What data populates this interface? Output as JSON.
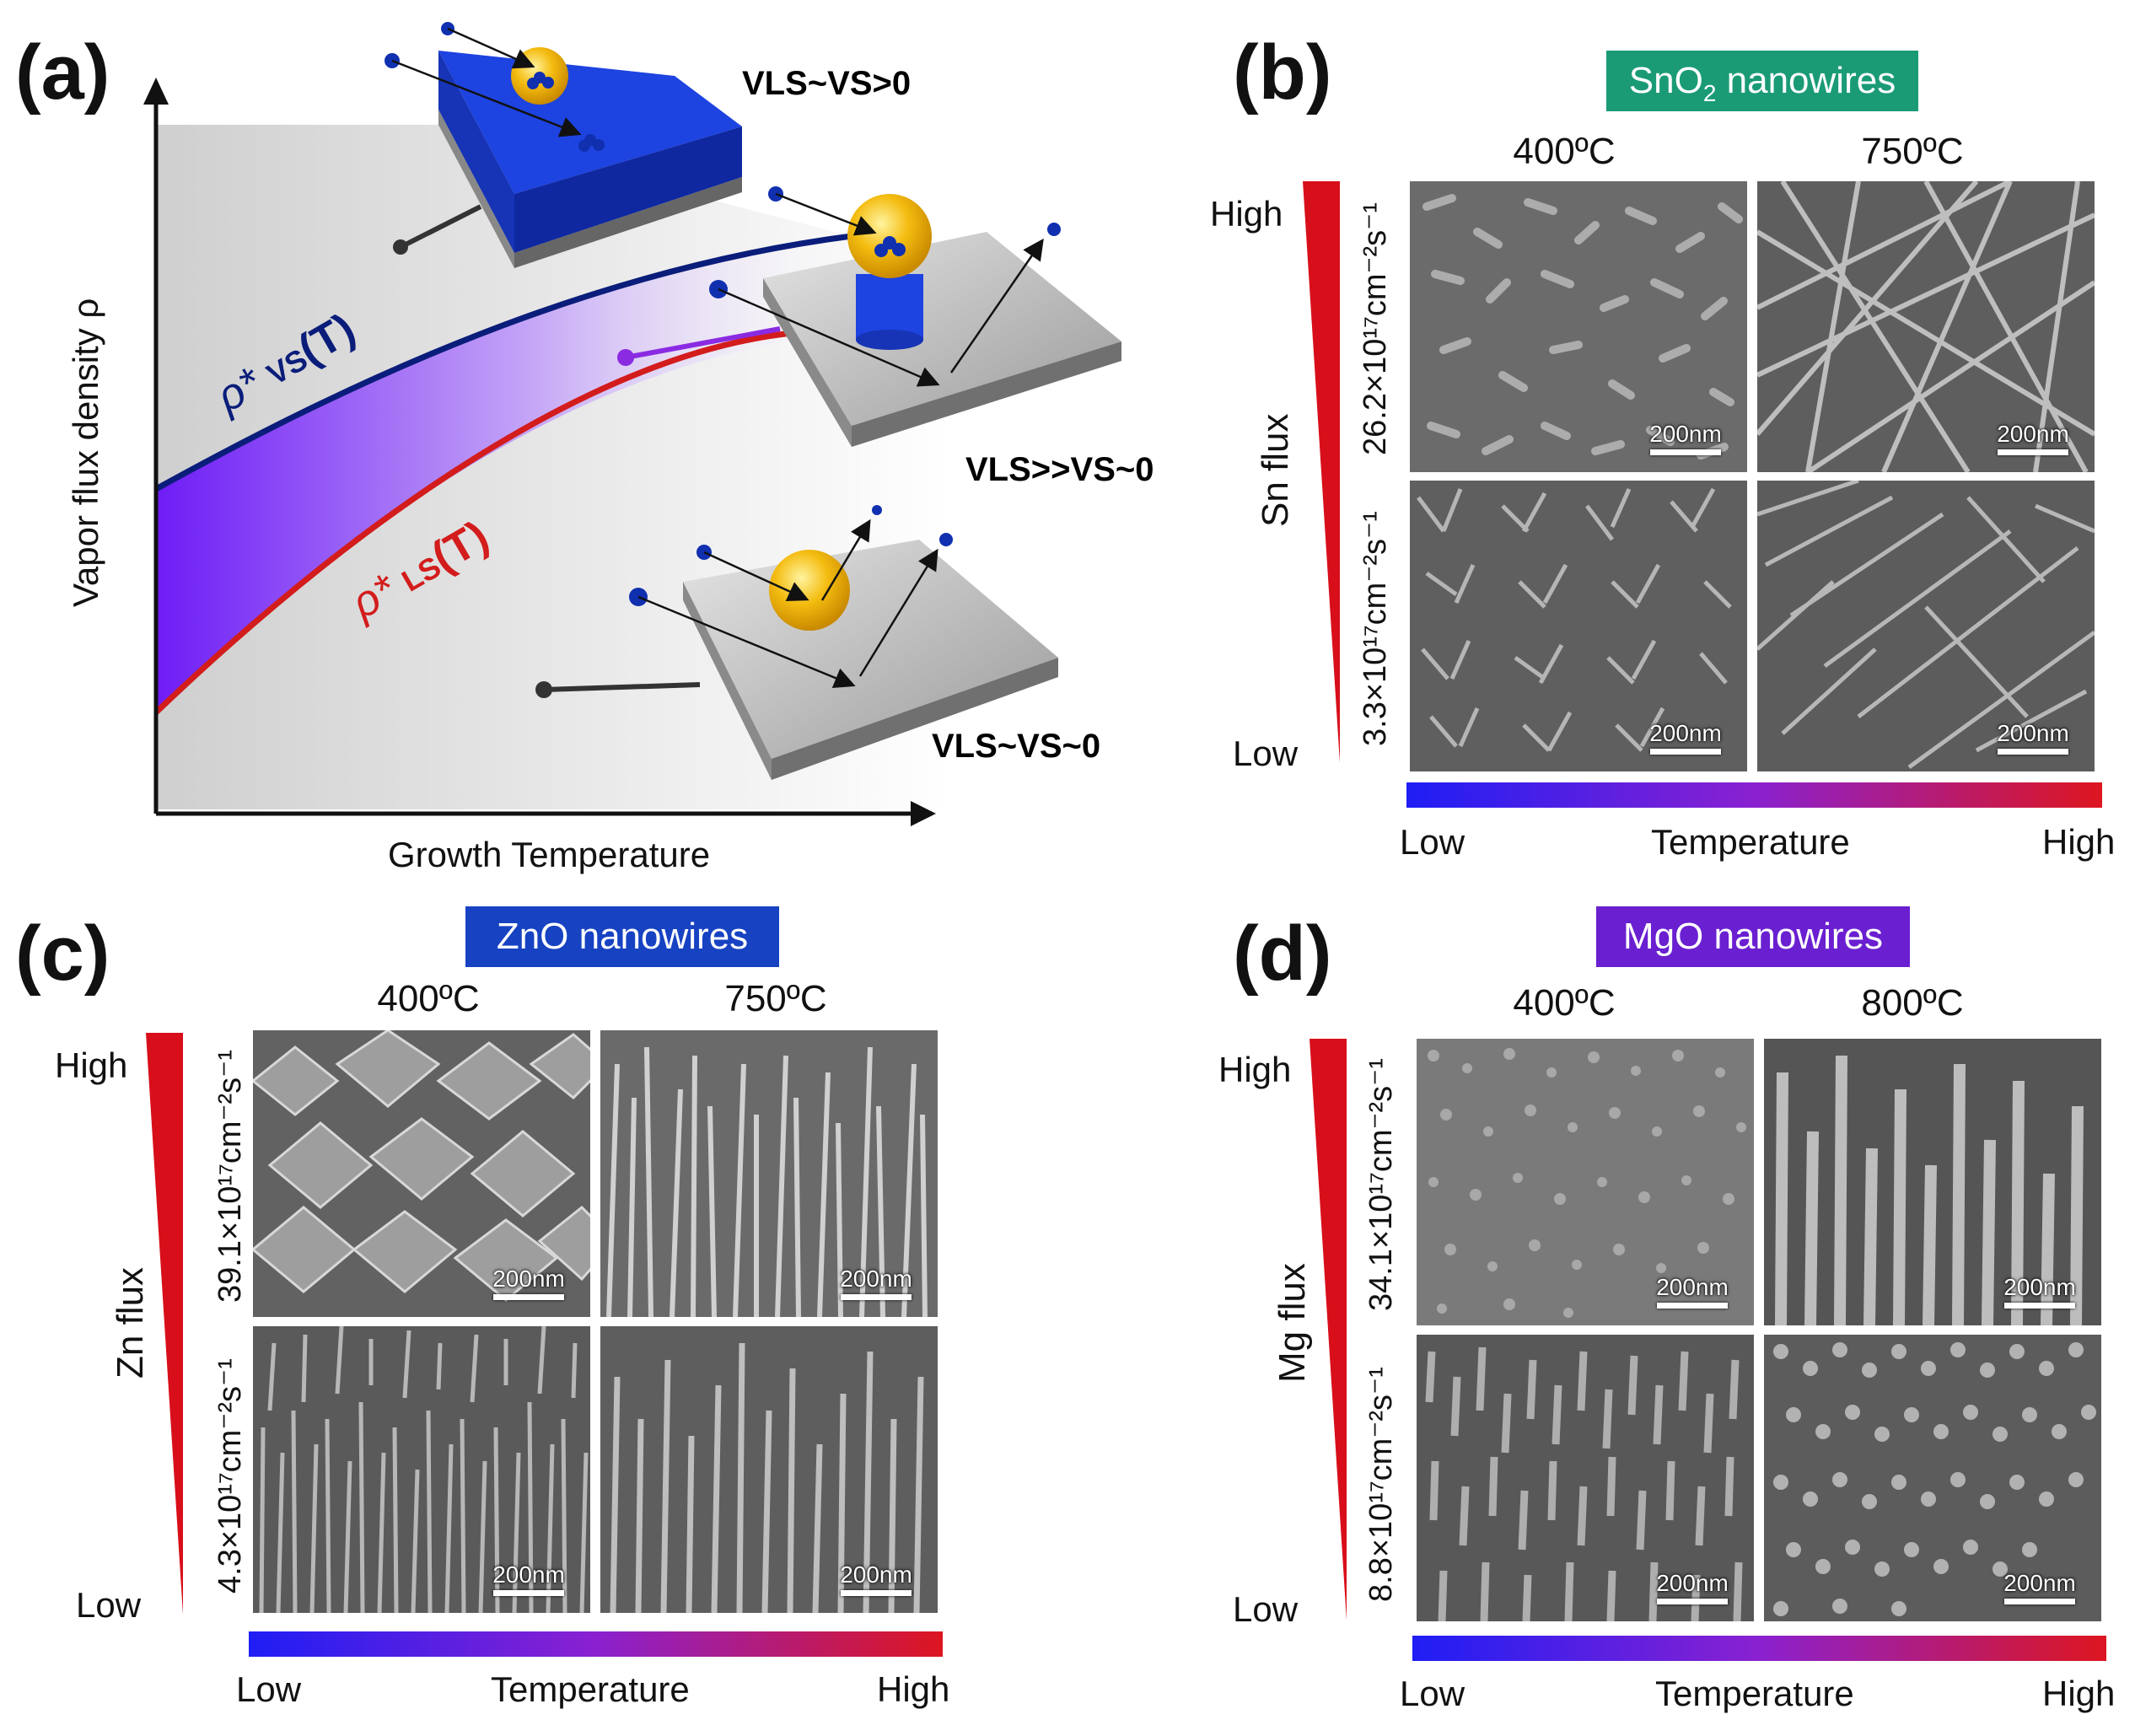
{
  "panels": {
    "a": {
      "letter": "(a)",
      "y_axis": "Vapor flux density ρ",
      "x_axis": "Growth Temperature",
      "curve_vs": "ρ*VS(T)",
      "curve_ls": "ρ*LS(T)",
      "regimes": [
        "VLS~VS>0",
        "VLS>>VS~0",
        "VLS~VS~0"
      ],
      "colors": {
        "vs_curve": "#0a1d7a",
        "ls_curve": "#d31c1c",
        "region_top": "#7b2ef0",
        "substrate_blue": "#1b3fd8",
        "droplet": "#f2b705"
      }
    },
    "b": {
      "letter": "(b)",
      "title": "SnO₂ nanowires",
      "title_color": "#1a9b76",
      "col_heads": [
        "400ºC",
        "750ºC"
      ],
      "flux_label": "Sn flux",
      "high": "High",
      "low": "Low",
      "row_labels": [
        "26.2×10¹⁷cm⁻²s⁻¹",
        "3.3×10¹⁷cm⁻²s⁻¹"
      ],
      "scale": "200nm",
      "temp_low": "Low",
      "temp_mid": "Temperature",
      "temp_high": "High"
    },
    "c": {
      "letter": "(c)",
      "title": "ZnO nanowires",
      "title_color": "#1742c2",
      "col_heads": [
        "400ºC",
        "750ºC"
      ],
      "flux_label": "Zn flux",
      "high": "High",
      "low": "Low",
      "row_labels": [
        "39.1×10¹⁷cm⁻²s⁻¹",
        "4.3×10¹⁷cm⁻²s⁻¹"
      ],
      "scale": "200nm",
      "temp_low": "Low",
      "temp_mid": "Temperature",
      "temp_high": "High"
    },
    "d": {
      "letter": "(d)",
      "title": "MgO nanowires",
      "title_color": "#6a1fd0",
      "col_heads": [
        "400ºC",
        "800ºC"
      ],
      "flux_label": "Mg flux",
      "high": "High",
      "low": "Low",
      "row_labels": [
        "34.1×10¹⁷cm⁻²s⁻¹",
        "8.8×10¹⁷cm⁻²s⁻¹"
      ],
      "scale": "200nm",
      "temp_low": "Low",
      "temp_mid": "Temperature",
      "temp_high": "High"
    }
  }
}
